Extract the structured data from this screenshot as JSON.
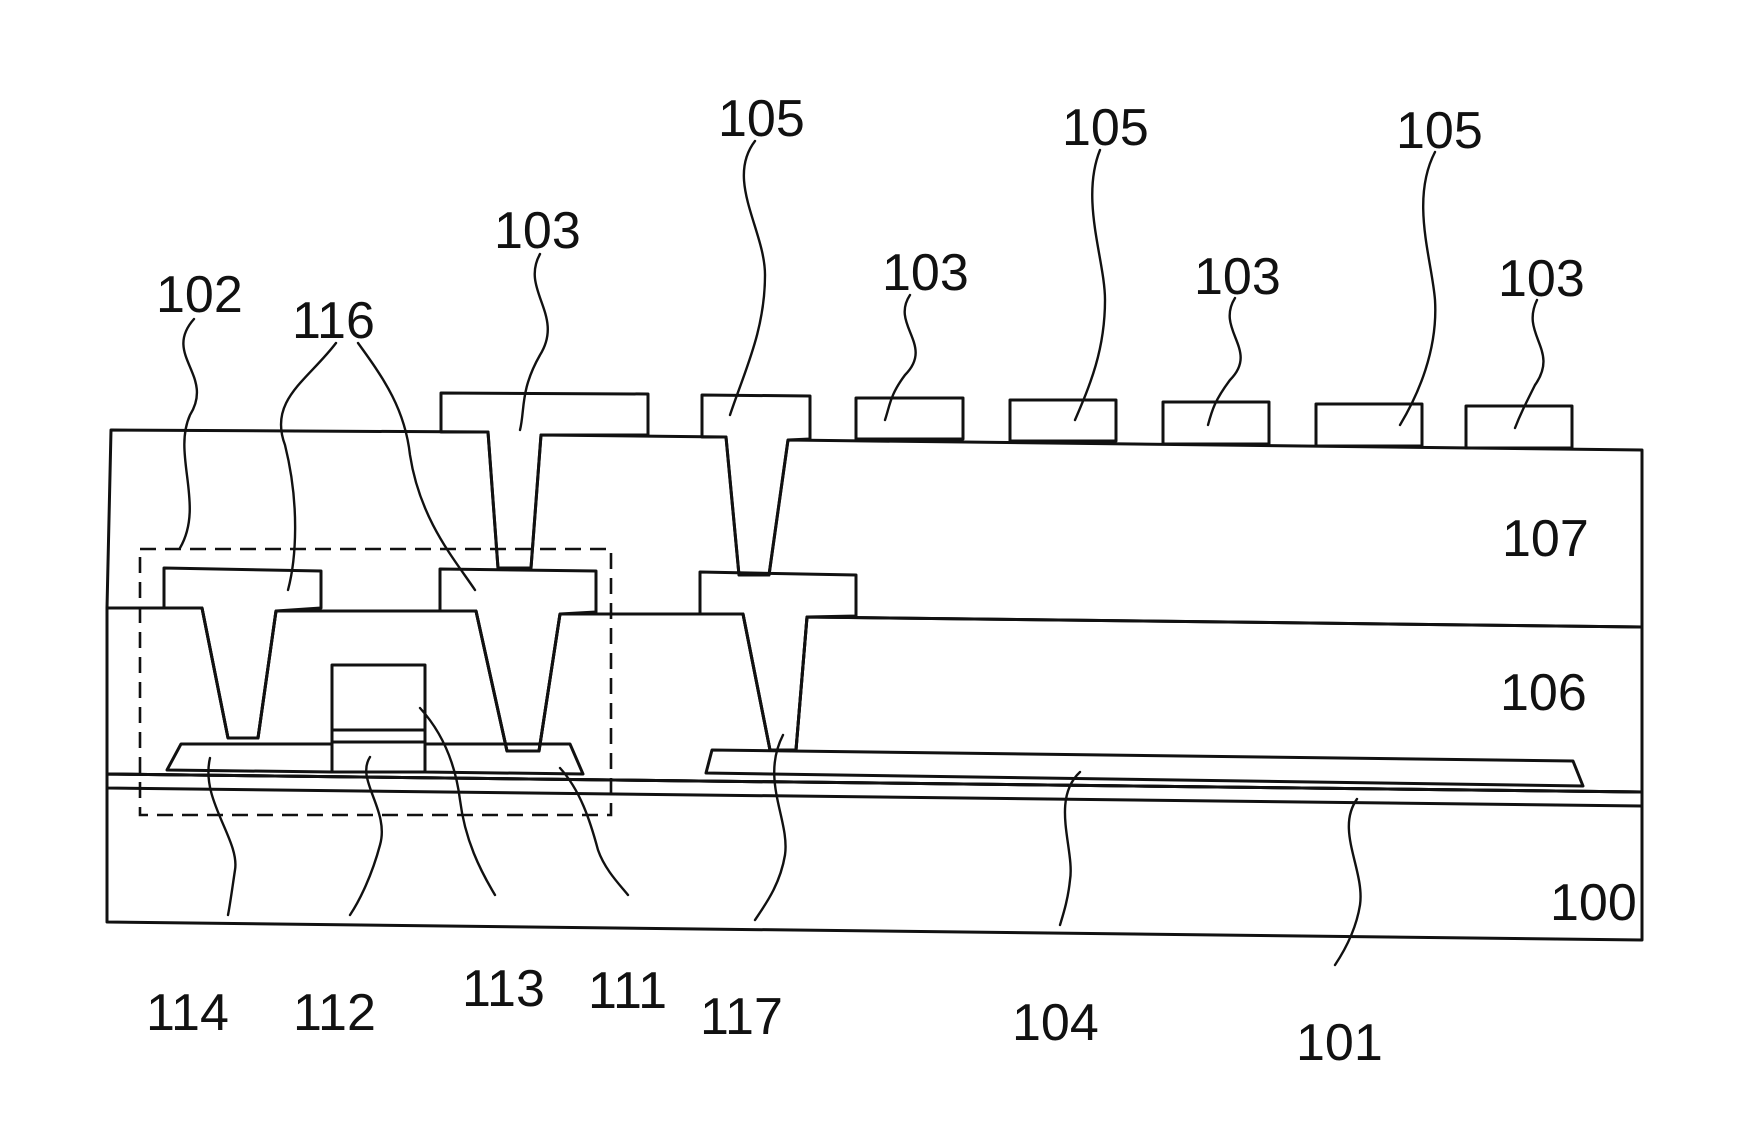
{
  "labels": {
    "l100": "100",
    "l101": "101",
    "l102": "102",
    "l103a": "103",
    "l103b": "103",
    "l103c": "103",
    "l103d": "103",
    "l104": "104",
    "l105a": "105",
    "l105b": "105",
    "l105c": "105",
    "l106": "106",
    "l107": "107",
    "l111": "111",
    "l112": "112",
    "l113": "113",
    "l114": "114",
    "l116": "116",
    "l117": "117"
  }
}
